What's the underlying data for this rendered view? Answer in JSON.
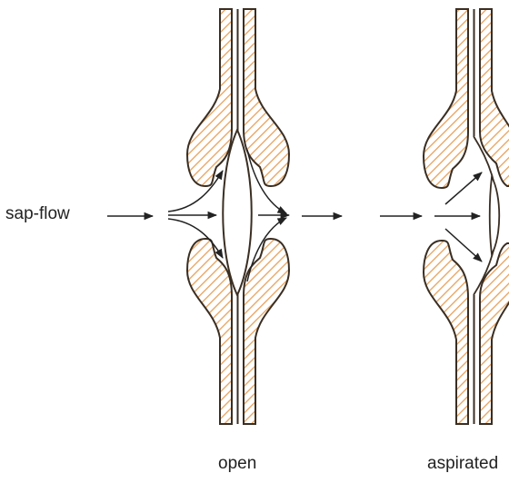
{
  "labels": {
    "flow": "sap-flow",
    "open": "open",
    "aspirated": "aspirated"
  },
  "colors": {
    "hatch": "#e8a15c",
    "outline": "#3a2e22",
    "arrow": "#222222",
    "background": "#ffffff"
  }
}
